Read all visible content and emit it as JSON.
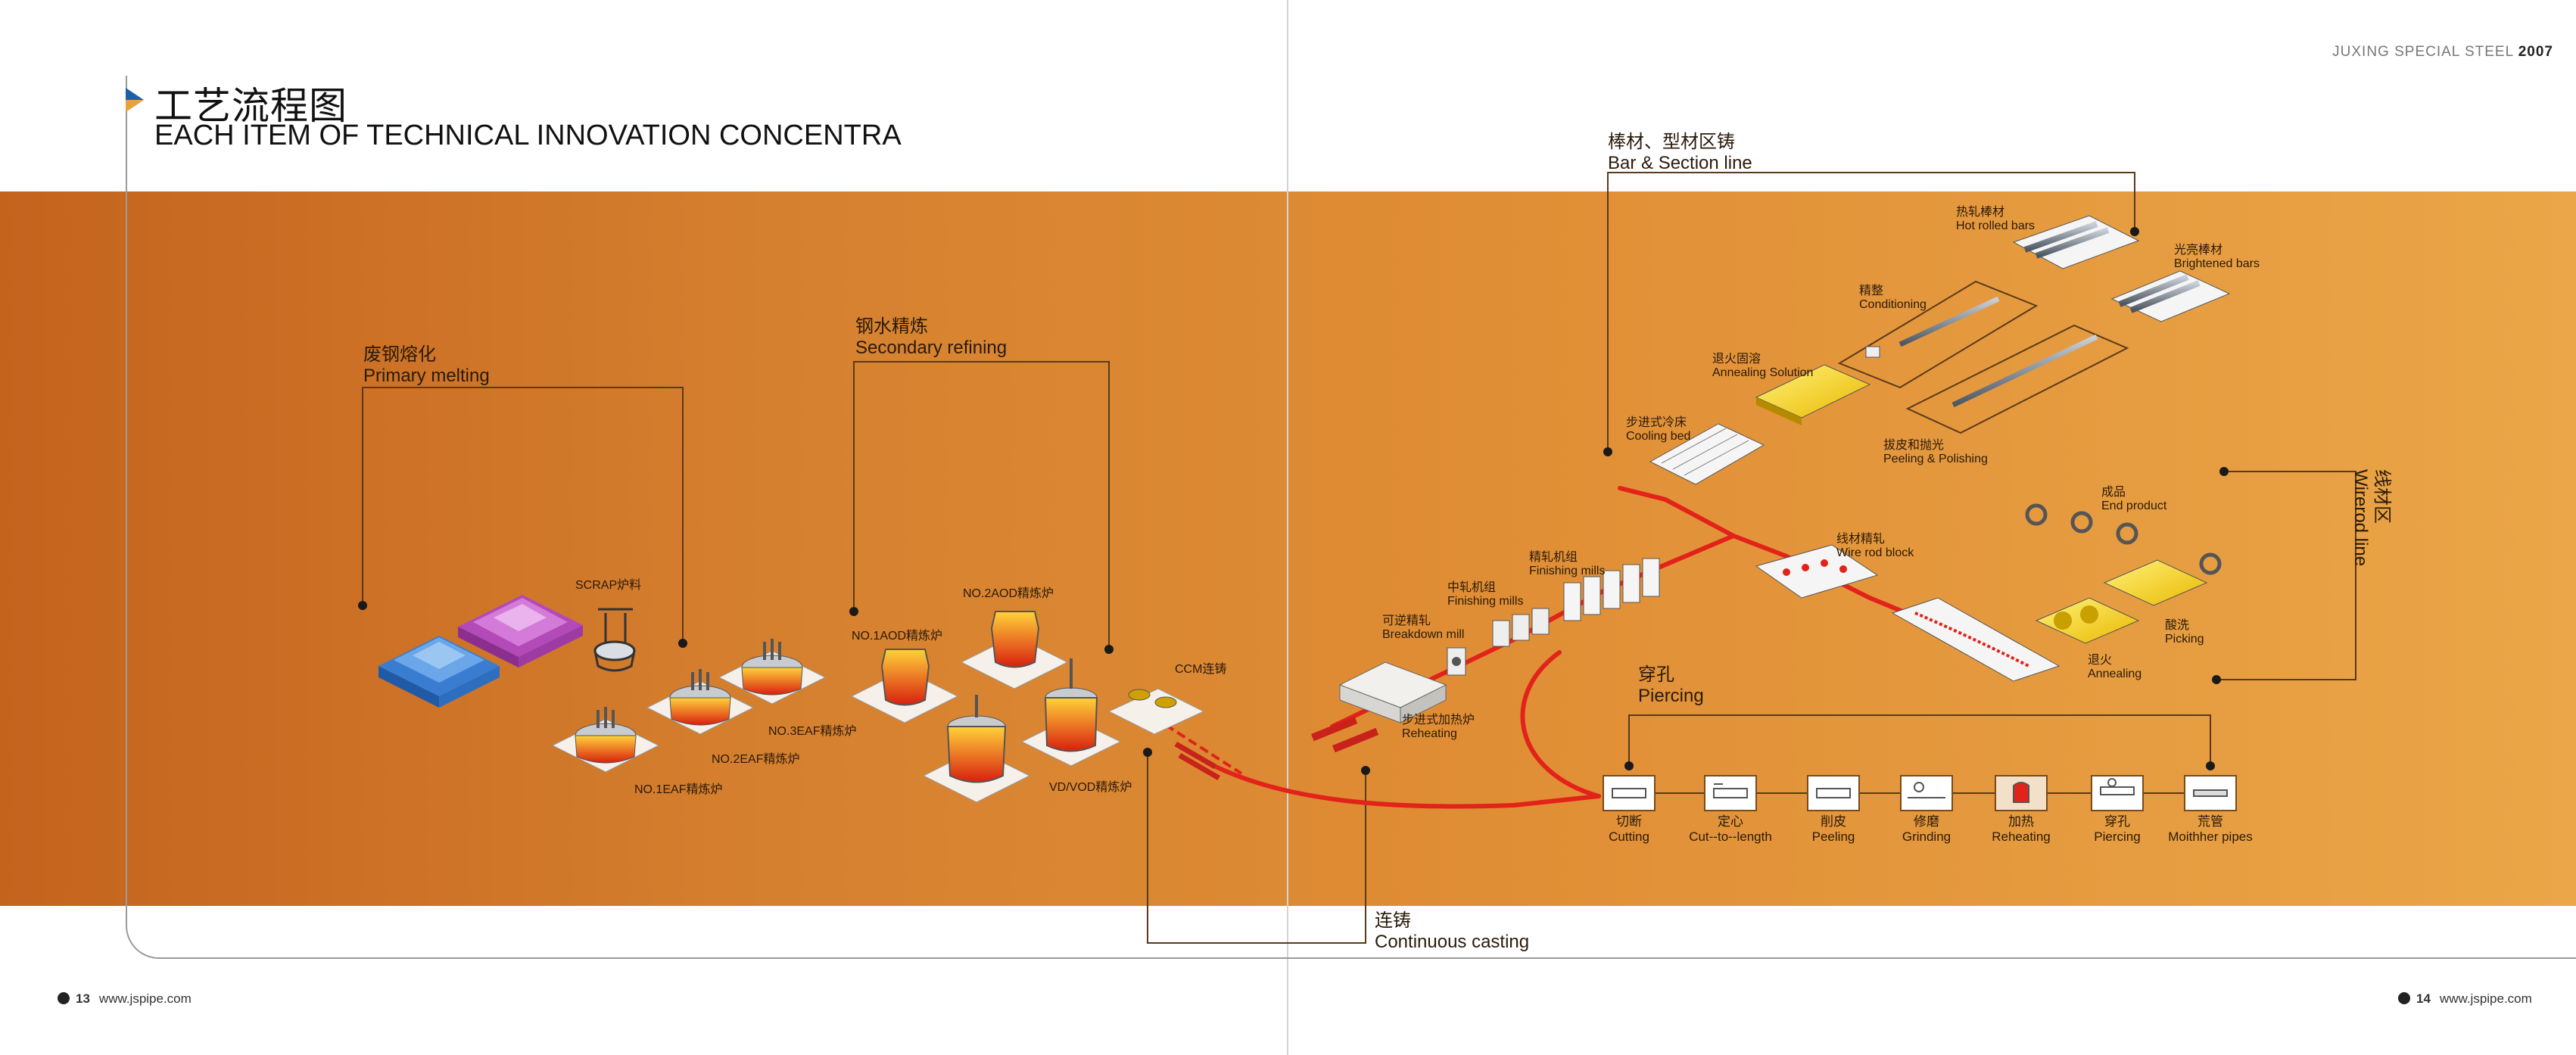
{
  "header": {
    "title_cn": "工艺流程图",
    "title_en": "EACH ITEM OF TECHNICAL INNOVATION CONCENTRA",
    "brand": "JUXING SPECIAL STEEL",
    "year": "2007"
  },
  "footer": {
    "left_page": "13",
    "left_url": "www.jspipe.com",
    "right_page": "14",
    "right_url": "www.jspipe.com"
  },
  "sections": {
    "primary_cn": "废钢熔化",
    "primary_en": "Primary melting",
    "secondary_cn": "钢水精炼",
    "secondary_en": "Secondary refining",
    "casting_cn": "连铸",
    "casting_en": "Continuous casting",
    "bar_cn": "棒材、型材区铸",
    "bar_en": "Bar & Section line",
    "wire_cn": "线材区",
    "wire_en": "Wirerod line",
    "piercing_cn": "穿孔",
    "piercing_en": "Piercing"
  },
  "equipment": {
    "scrap": "SCRAP炉料",
    "eaf1": "NO.1EAF精炼炉",
    "eaf2": "NO.2EAF精炼炉",
    "eaf3": "NO.3EAF精炼炉",
    "aod1": "NO.1AOD精炼炉",
    "aod2": "NO.2AOD精炼炉",
    "vdvod": "VD/VOD精炼炉",
    "ccm": "CCM连铸",
    "reheat_cn": "步进式加热炉",
    "reheat_en": "Reheating",
    "breakdown_cn": "可逆精轧",
    "breakdown_en": "Breakdown mill",
    "mid_cn": "中轧机组",
    "mid_en": "Finishing mills",
    "finish_cn": "精轧机组",
    "finish_en": "Finishing mills",
    "cooling_cn": "步进式冷床",
    "cooling_en": "Cooling bed",
    "annealsol_cn": "退火固溶",
    "annealsol_en": "Annealing Solution",
    "conditioning_cn": "精整",
    "conditioning_en": "Conditioning",
    "peelpol_cn": "拔皮和抛光",
    "peelpol_en": "Peeling & Polishing",
    "hotbar_cn": "热轧棒材",
    "hotbar_en": "Hot rolled bars",
    "bright_cn": "光亮棒材",
    "bright_en": "Brightened bars",
    "wireblock_cn": "线材精轧",
    "wireblock_en": "Wire rod block",
    "endprod_cn": "成品",
    "endprod_en": "End product",
    "pickling_cn": "酸洗",
    "pickling_en": "Picking",
    "annealing_cn": "退火",
    "annealing_en": "Annealing"
  },
  "piercing_steps": [
    {
      "cn": "切断",
      "en": "Cutting",
      "icon": "saw-icon"
    },
    {
      "cn": "定心",
      "en": "Cut--to--length",
      "icon": "center-icon"
    },
    {
      "cn": "削皮",
      "en": "Peeling",
      "icon": "peel-icon"
    },
    {
      "cn": "修磨",
      "en": "Grinding",
      "icon": "grind-icon"
    },
    {
      "cn": "加热",
      "en": "Reheating",
      "icon": "furnace-icon"
    },
    {
      "cn": "穿孔",
      "en": "Piercing",
      "icon": "pierce-icon"
    },
    {
      "cn": "荒管",
      "en": "Moithher pipes",
      "icon": "pipe-icon"
    }
  ],
  "colors": {
    "band_start": "#c4631d",
    "band_end": "#eaa648",
    "flow_line": "#e2231a",
    "leader": "#5a3a1a"
  }
}
